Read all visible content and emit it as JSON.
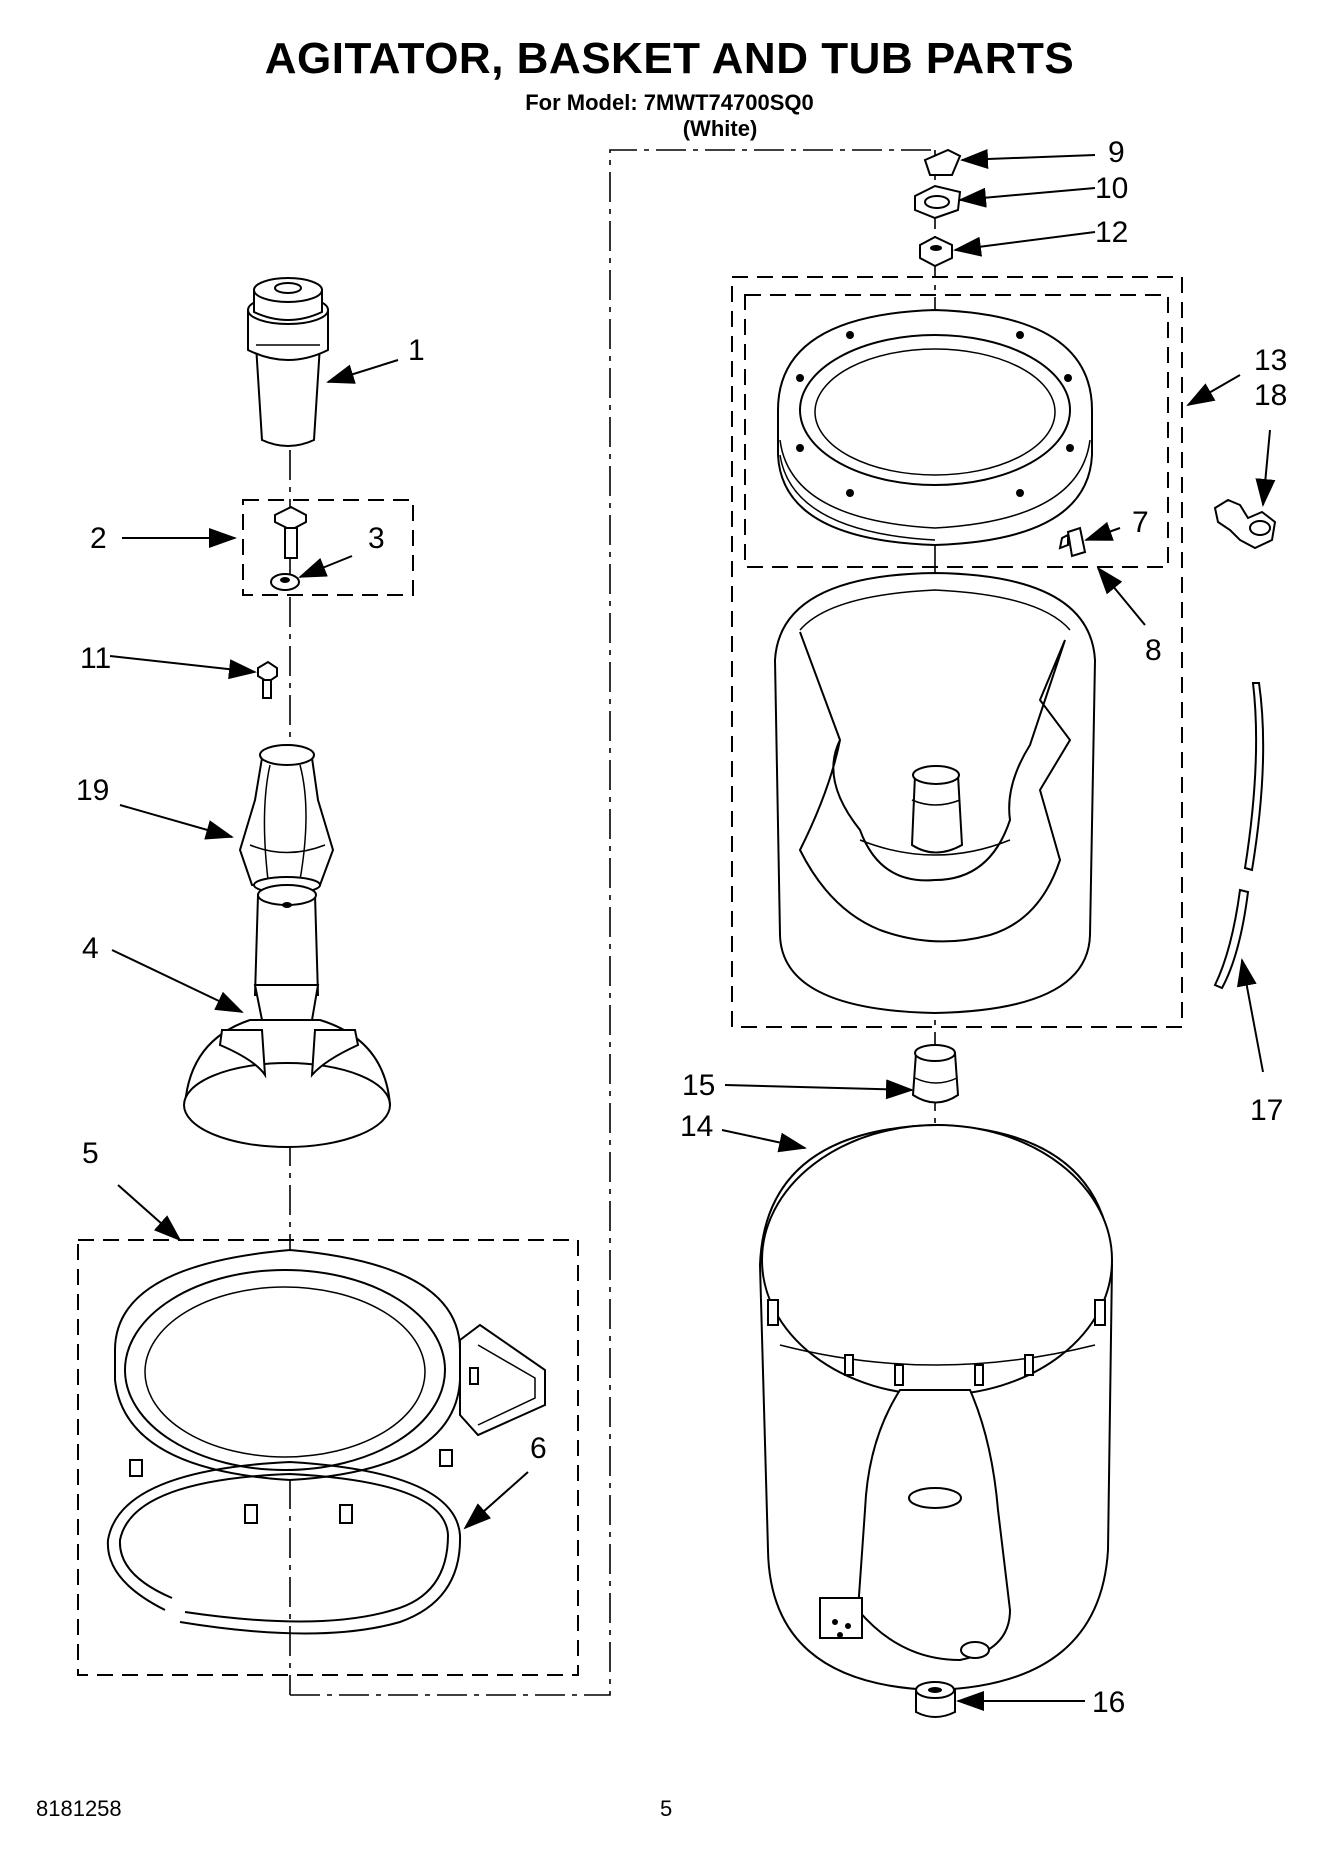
{
  "header": {
    "title": "AGITATOR, BASKET AND TUB PARTS",
    "model_line": "For Model: 7MWT74700SQ0",
    "variant": "(White)"
  },
  "callouts": {
    "c1": "1",
    "c2": "2",
    "c3": "3",
    "c4": "4",
    "c5": "5",
    "c6": "6",
    "c7": "7",
    "c8": "8",
    "c9": "9",
    "c10": "10",
    "c11": "11",
    "c12": "12",
    "c13": "13",
    "c14": "14",
    "c15": "15",
    "c16": "16",
    "c17": "17",
    "c18": "18",
    "c19": "19"
  },
  "footer": {
    "doc_number": "8181258",
    "page_number": "5"
  }
}
